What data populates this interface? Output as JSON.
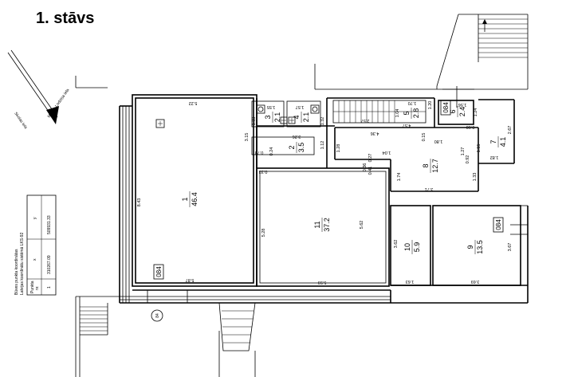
{
  "title": "1. stāvs",
  "rooms": [
    {
      "number": "1",
      "area": "46.4"
    },
    {
      "number": "2",
      "area": "3.5"
    },
    {
      "number": "3",
      "area": "2.1"
    },
    {
      "number": "4",
      "area": "2.1"
    },
    {
      "number": "5",
      "area": "2.8"
    },
    {
      "number": "6",
      "area": "2.4"
    },
    {
      "number": "7",
      "area": "4.1"
    },
    {
      "number": "8",
      "area": "12.7"
    },
    {
      "number": "9",
      "area": "13.5"
    },
    {
      "number": "10",
      "area": "5.9"
    },
    {
      "number": "11",
      "area": "37.2"
    }
  ],
  "tags": {
    "code": "084",
    "circle": "84"
  },
  "dimensions": {
    "d522": "5.22",
    "d843": "8.43",
    "d587": "5.87",
    "d559": "5.59",
    "d528": "5.28",
    "d562": "5.62",
    "d155": "1.55",
    "d157": "1.57",
    "d133": "1.33",
    "d132": "1.32",
    "d315": "3.15",
    "d326": "3.26",
    "d112": "1.12",
    "d073": "0.73",
    "d024": "0.24",
    "d033": "0.33",
    "d257": "2.57",
    "d104": "1.04",
    "d170": "1.70",
    "d457": "4.57",
    "d436": "4.36",
    "d120": "1.20",
    "d156": "1.56",
    "d124": "1.24",
    "d267": "2.67",
    "d060": "0.60",
    "d180": "1.80",
    "d015": "0.15",
    "d128": "1.28",
    "d027": "0.27",
    "d104b": "1.04",
    "d041": "0.41",
    "d036": "0.36",
    "d174": "1.74",
    "d371": "3.71",
    "d127": "1.27",
    "d115": "1.15",
    "d182": "1.82",
    "d092": "0.92",
    "d133b": "1.33",
    "d362": "3.62",
    "d367": "3.67",
    "d163": "1.63",
    "d369": "3.69"
  },
  "street_labels": {
    "left": "Skolas iela",
    "right": "Matīsa Lodziņa iela"
  },
  "coord_table": {
    "heading1": "Būves punkta koordinātas",
    "heading2": "Latvijas koordinātu sistēmā LKS-92",
    "col_punkta": "Punkta",
    "col_nr": "nr.",
    "col_x": "x",
    "col_y": "y",
    "row_nr": "1",
    "row_x": "310267.09",
    "row_y": "509931.33"
  }
}
